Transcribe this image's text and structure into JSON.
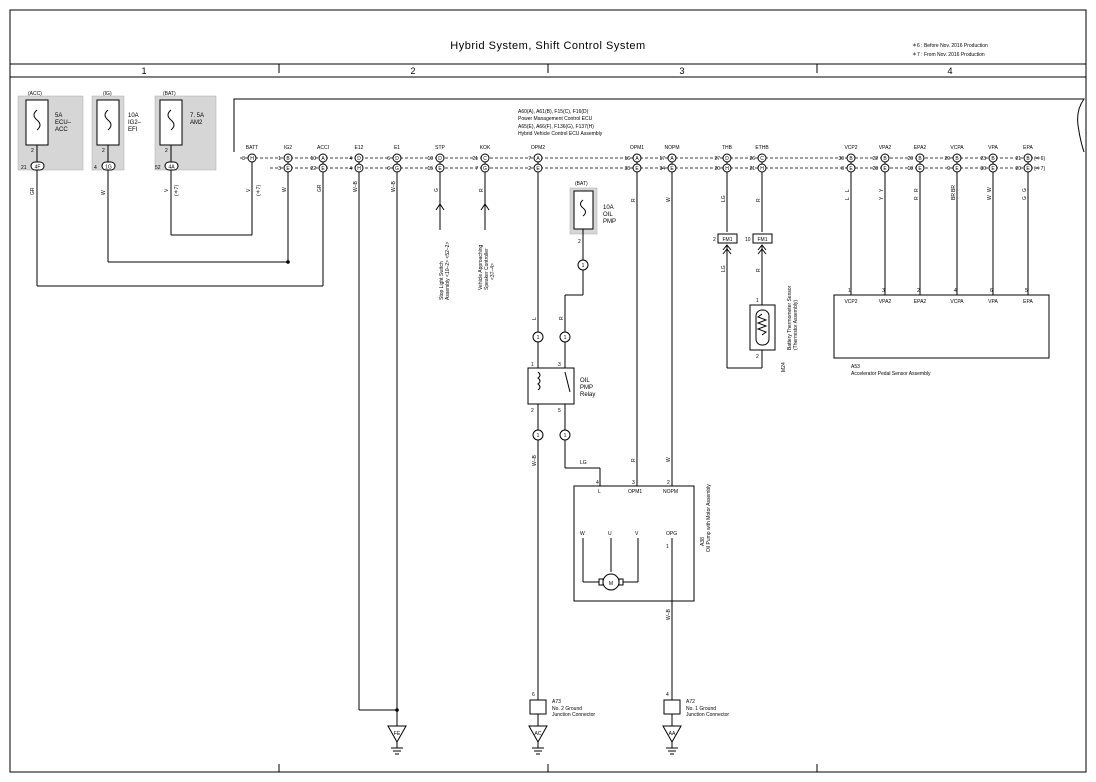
{
  "title": "Hybrid System,  Shift Control System",
  "notes": [
    "＊6 : Before Nov.  2016 Production",
    "＊7 : From Nov.  2016 Production"
  ],
  "columns": [
    "1",
    "2",
    "3",
    "4"
  ],
  "fuses": {
    "acc": {
      "tag": "(ACC)",
      "rating": "5A",
      "name1": "ECU–",
      "name2": "ACC",
      "pin": "2",
      "jpin": "21",
      "jlabel": "4F",
      "wire": "GR"
    },
    "ig": {
      "tag": "(IG)",
      "rating": "10A",
      "name1": "IG2–",
      "name2": "EFI",
      "pin": "2",
      "jpin": "4",
      "jlabel": "1G",
      "wire": "W"
    },
    "bat": {
      "tag": "(BAT)",
      "rating": "7. 5A",
      "name1": "AM2",
      "name2": "",
      "pin": "2",
      "jpin": "52",
      "jlabel": "4A",
      "wire": "V",
      "note": "(＊7)"
    },
    "oil": {
      "tag": "(BAT)",
      "rating": "10A",
      "name1": "OIL",
      "name2": "PMP",
      "pin": "2",
      "jlabel": "1"
    }
  },
  "ecu": {
    "lines": [
      "A60(A), A61(B), F15(C), F16(D)",
      "Power Management Control ECU",
      "A65(E), A66(F), F136(G), F137(H)",
      "Hybrid Vehicle Control ECU Assembly"
    ],
    "terminals": [
      {
        "name": "BATT",
        "p1": "3",
        "c1": "H",
        "p2": "",
        "c2": "",
        "wire": "V",
        "note": "(＊7)"
      },
      {
        "name": "IG2",
        "p1": "1",
        "c1": "B",
        "p2": "3",
        "c2": "E",
        "wire": "W",
        "note": ""
      },
      {
        "name": "ACCI",
        "p1": "10",
        "c1": "A",
        "p2": "22",
        "c2": "E",
        "wire": "GR",
        "note": ""
      },
      {
        "name": "E12",
        "p1": "4",
        "c1": "D",
        "p2": "4",
        "c2": "H",
        "wire": "W–B",
        "note": ""
      },
      {
        "name": "E1",
        "p1": "6",
        "c1": "D",
        "p2": "6",
        "c2": "G",
        "wire": "W–B",
        "note": ""
      },
      {
        "name": "STP",
        "p1": "10",
        "c1": "D",
        "p2": "15",
        "c2": "E",
        "wire": "G",
        "note": ""
      },
      {
        "name": "KOK",
        "p1": "21",
        "c1": "C",
        "p2": "7",
        "c2": "G",
        "wire": "R",
        "note": ""
      },
      {
        "name": "OPM2",
        "p1": "7",
        "c1": "A",
        "p2": "2",
        "c2": "E",
        "wire": "",
        "note": ""
      },
      {
        "name": "OPM1",
        "p1": "16",
        "c1": "A",
        "p2": "33",
        "c2": "E",
        "wire": "R",
        "note": ""
      },
      {
        "name": "NOPM",
        "p1": "17",
        "c1": "A",
        "p2": "34",
        "c2": "E",
        "wire": "W",
        "note": ""
      },
      {
        "name": "THB",
        "p1": "27",
        "c1": "D",
        "p2": "20",
        "c2": "H",
        "wire": "LG",
        "note": ""
      },
      {
        "name": "ETHB",
        "p1": "26",
        "c1": "C",
        "p2": "21",
        "c2": "H",
        "wire": "R",
        "note": ""
      },
      {
        "name": "VCP2",
        "p1": "30",
        "c1": "B",
        "p2": "8",
        "c2": "E",
        "wire": "L",
        "note": ""
      },
      {
        "name": "VPA2",
        "p1": "22",
        "c1": "B",
        "p2": "28",
        "c2": "E",
        "wire": "Y",
        "note": ""
      },
      {
        "name": "EPA2",
        "p1": "20",
        "c1": "B",
        "p2": "18",
        "c2": "E",
        "wire": "R",
        "note": ""
      },
      {
        "name": "VCPA",
        "p1": "29",
        "c1": "B",
        "p2": "9",
        "c2": "E",
        "wire": "BR",
        "note": ""
      },
      {
        "name": "VPA",
        "p1": "23",
        "c1": "B",
        "p2": "30",
        "c2": "E",
        "wire": "W",
        "note": ""
      },
      {
        "name": "EPA",
        "p1": "21",
        "c1": "B",
        "p2": "20",
        "c2": "E",
        "wire": "G",
        "note": "",
        "n1": "(＊6)",
        "n2": "(＊7)"
      }
    ]
  },
  "stop_light": {
    "line1": "Stop Light Switch",
    "line2": "Assembly  <10–2> <52–2>",
    "arrow": "G"
  },
  "speed_ctrl": {
    "line1": "Vehicle Approaching",
    "line2": "Speaker Controller",
    "line3": "<37–4>",
    "arrow": "R"
  },
  "relay": {
    "name1": "OIL",
    "name2": "PMP",
    "name3": "Relay",
    "p1": "1",
    "p2": "2",
    "p3": "3",
    "p5": "5",
    "w_top_l": "L",
    "w_top_r": "R",
    "w_bot": "W–B",
    "w_lg": "LG",
    "j": "1"
  },
  "fm1": {
    "pin_lg": "2",
    "pin_r": "10",
    "label": "FM1",
    "w_lg": "LG",
    "w_r": "R"
  },
  "thermistor": {
    "code": "M24",
    "line1": "Battery Thermometer Sensor",
    "line2": "(Thermistor Assembly)",
    "p1": "1",
    "p2": "2"
  },
  "pedal": {
    "code": "A53",
    "name": "Accelerator Pedal Sensor Assembly",
    "pins": [
      "1",
      "3",
      "2",
      "4",
      "6",
      "5"
    ],
    "labels": [
      "VCP2",
      "VPA2",
      "EPA2",
      "VCPA",
      "VPA",
      "EPA"
    ]
  },
  "oil_motor": {
    "code": "A38",
    "name": "Oil Pump with Motor Assembly",
    "pin_l": "4",
    "pin_opm1": "3",
    "pin_nopm": "2",
    "pin_opg": "1",
    "l_label": "L",
    "opm1_label": "OPM1",
    "nopm_label": "NOPM",
    "w": "W",
    "u": "U",
    "v": "V",
    "opg": "OPG",
    "m": "M",
    "wire_out": "W–B",
    "wire_opm1": "R",
    "wire_nopm": "W"
  },
  "jc_a73": {
    "code": "A73",
    "line1": "No. 2 Ground",
    "line2": "Junction Connector",
    "pin": "6",
    "ground": "AC"
  },
  "jc_a72": {
    "code": "A72",
    "line1": "No. 1 Ground",
    "line2": "Junction Connector",
    "pin": "4",
    "ground": "AA"
  },
  "ground_fe": "FE"
}
